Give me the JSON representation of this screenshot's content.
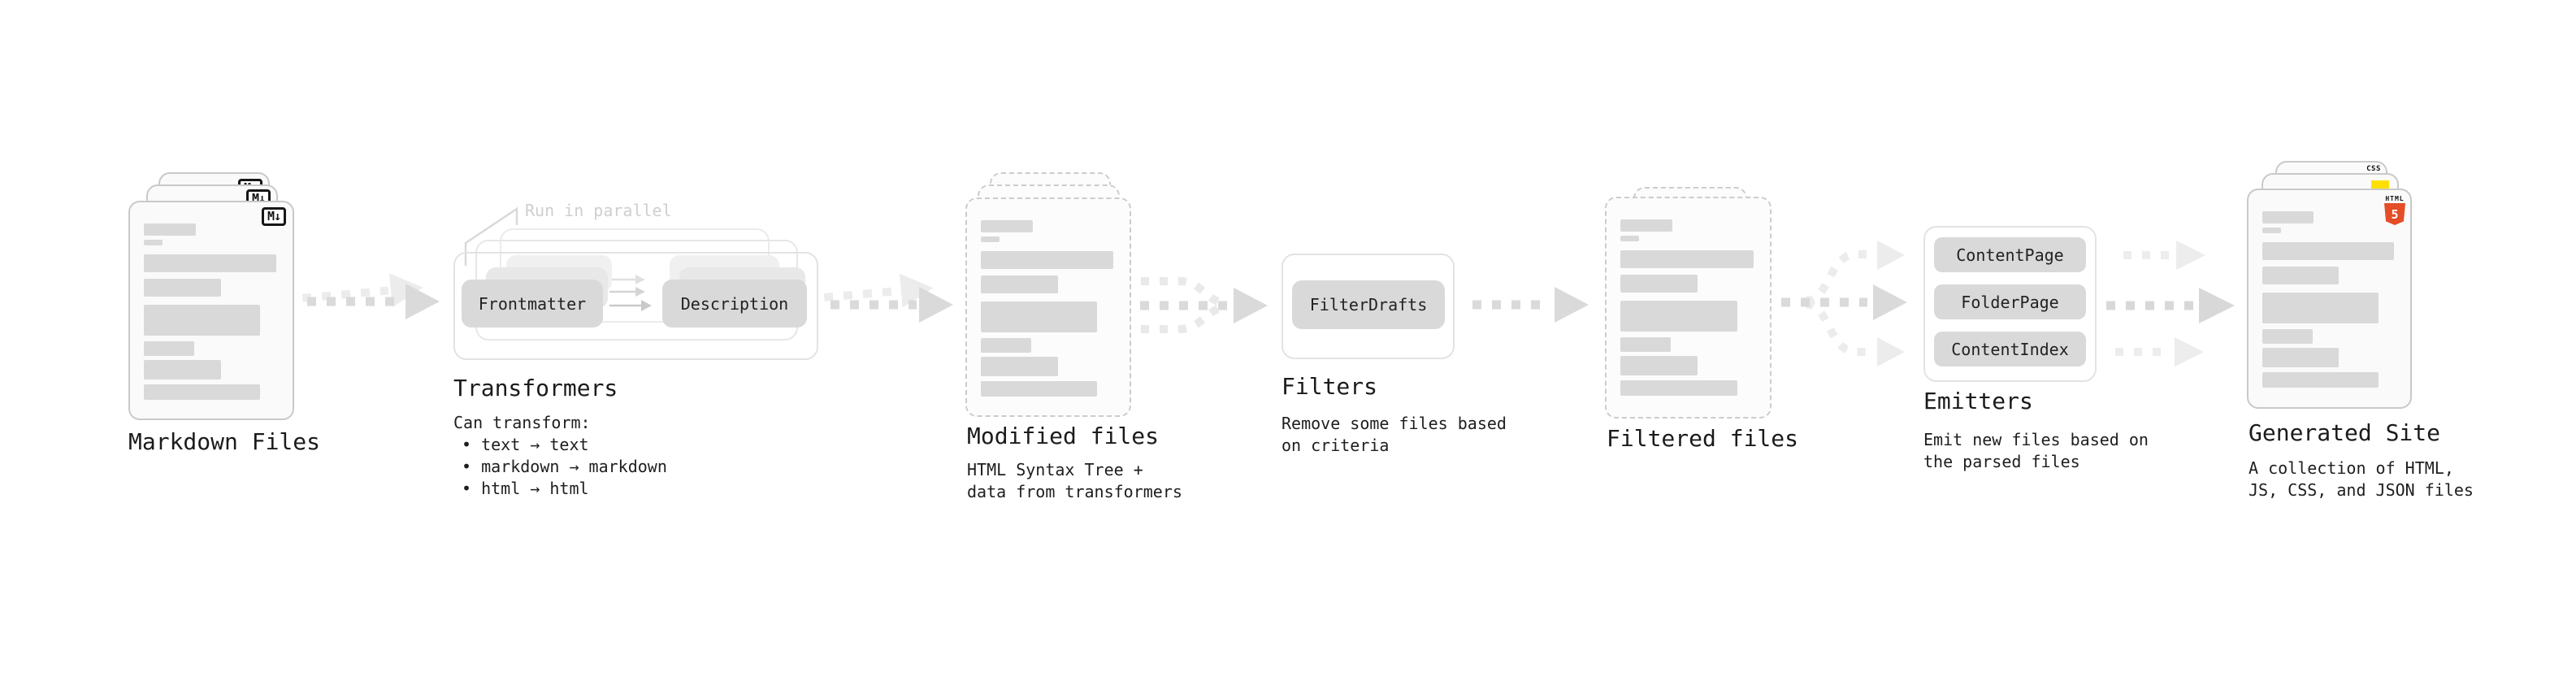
{
  "nodes": {
    "markdown_files": {
      "label": "Markdown Files",
      "badge": "M↓"
    },
    "transformers": {
      "label": "Transformers",
      "annotation": "Run in parallel",
      "input_box": "Frontmatter",
      "output_box": "Description",
      "subtitle": "Can transform:",
      "bullets": [
        "• text → text",
        "• markdown → markdown",
        "• html → html"
      ]
    },
    "modified_files": {
      "label": "Modified files",
      "description": [
        "HTML Syntax Tree +",
        "data from transformers"
      ]
    },
    "filters": {
      "label": "Filters",
      "box": "FilterDrafts",
      "description": [
        "Remove some files based",
        "on criteria"
      ]
    },
    "filtered_files": {
      "label": "Filtered files"
    },
    "emitters": {
      "label": "Emitters",
      "boxes": [
        "ContentPage",
        "FolderPage",
        "ContentIndex"
      ],
      "description": [
        "Emit new files based on",
        "the parsed files"
      ]
    },
    "generated_site": {
      "label": "Generated Site",
      "badges": {
        "css": "CSS",
        "html_word": "HTML",
        "html_number": "5"
      },
      "description": [
        "A collection of HTML,",
        "JS, CSS, and JSON files"
      ]
    }
  },
  "colors": {
    "html5_orange": "#e44d26",
    "js_yellow": "#ffdf00",
    "css_blue": "#2965f1",
    "arrow_dark": "#dadada",
    "arrow_light": "#ececec",
    "skeleton_bar": "#d9d9d9",
    "text": "#1b1b1b",
    "annotation_muted": "#cfcfcf"
  }
}
